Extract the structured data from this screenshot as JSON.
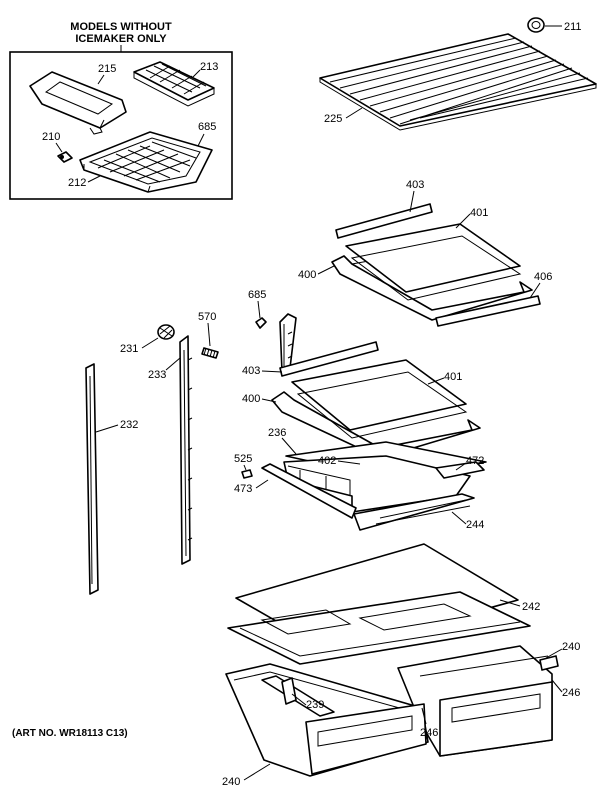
{
  "inset": {
    "title_line1": "MODELS WITHOUT",
    "title_line2": "ICEMAKER ONLY"
  },
  "art_number": "(ART NO. WR18113 C13)",
  "callouts": {
    "p215": "215",
    "p213": "213",
    "p210": "210",
    "p685a": "685",
    "p212": "212",
    "p211": "211",
    "p225": "225",
    "p403a": "403",
    "p401a": "401",
    "p400a": "400",
    "p406": "406",
    "p685b": "685",
    "p570": "570",
    "p231": "231",
    "p233": "233",
    "p403b": "403",
    "p401b": "401",
    "p400b": "400",
    "p232": "232",
    "p236": "236",
    "p402": "402",
    "p472": "472",
    "p525": "525",
    "p473": "473",
    "p244": "244",
    "p242": "242",
    "p240a": "240",
    "p246a": "246",
    "p239": "239",
    "p246b": "246",
    "p240b": "240"
  }
}
